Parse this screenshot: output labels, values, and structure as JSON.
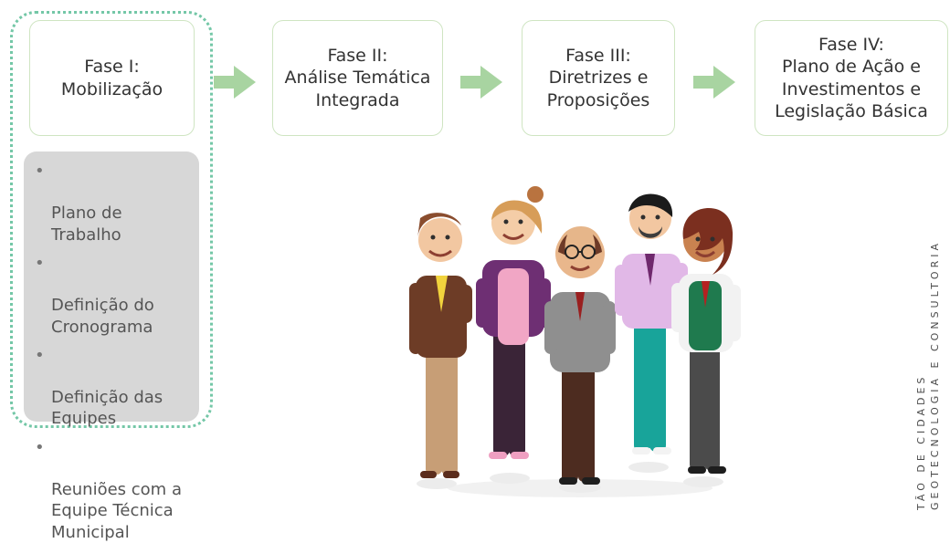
{
  "diagram": {
    "phases": [
      {
        "label": "Fase I:\nMobilização"
      },
      {
        "label": "Fase II:\nAnálise Temática\nIntegrada"
      },
      {
        "label": "Fase III:\nDiretrizes e\nProposições"
      },
      {
        "label": "Fase IV:\nPlano de Ação e\nInvestimentos e\nLegislação Básica"
      }
    ],
    "tasks": [
      "Plano de\nTrabalho",
      "Definição do\nCronograma",
      "Definição das\nEquipes",
      "Reuniões com a\nEquipe Técnica\nMunicipal"
    ],
    "bullet": "•",
    "colors": {
      "phase_border": "#cfe5c2",
      "group_border": "#74c7a7",
      "arrow": "#a8d4a1",
      "task_panel": "#d7d7d7"
    },
    "icons": {
      "arrow": "arrow-right-icon",
      "illustration": "people-icon"
    }
  },
  "branding": {
    "line1": "TÃO DE CIDADES",
    "line2": "GEOTECNOLOGIA E CONSULTORIA"
  }
}
